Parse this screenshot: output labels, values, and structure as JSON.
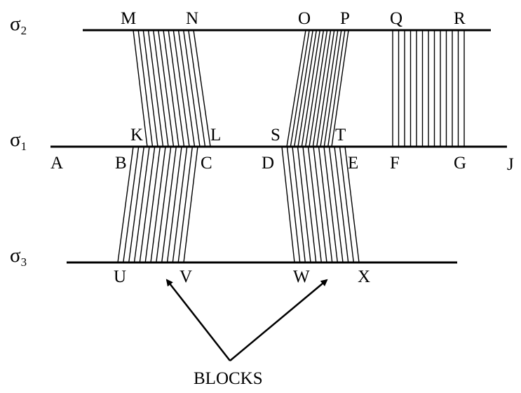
{
  "diagram": {
    "sigmas": [
      {
        "symbol": "σ",
        "index": "2"
      },
      {
        "symbol": "σ",
        "index": "1"
      },
      {
        "symbol": "σ",
        "index": "3"
      }
    ],
    "points": {
      "M": "M",
      "N": "N",
      "O": "O",
      "P": "P",
      "Q": "Q",
      "R": "R",
      "K": "K",
      "L": "L",
      "S": "S",
      "T": "T",
      "A": "A",
      "B": "B",
      "C": "C",
      "D": "D",
      "E": "E",
      "F": "F",
      "G": "G",
      "J": "J",
      "U": "U",
      "V": "V",
      "W": "W",
      "X": "X"
    },
    "annotation": "BLOCKS",
    "colors": {
      "ink": "#000000",
      "background": "#ffffff"
    }
  }
}
